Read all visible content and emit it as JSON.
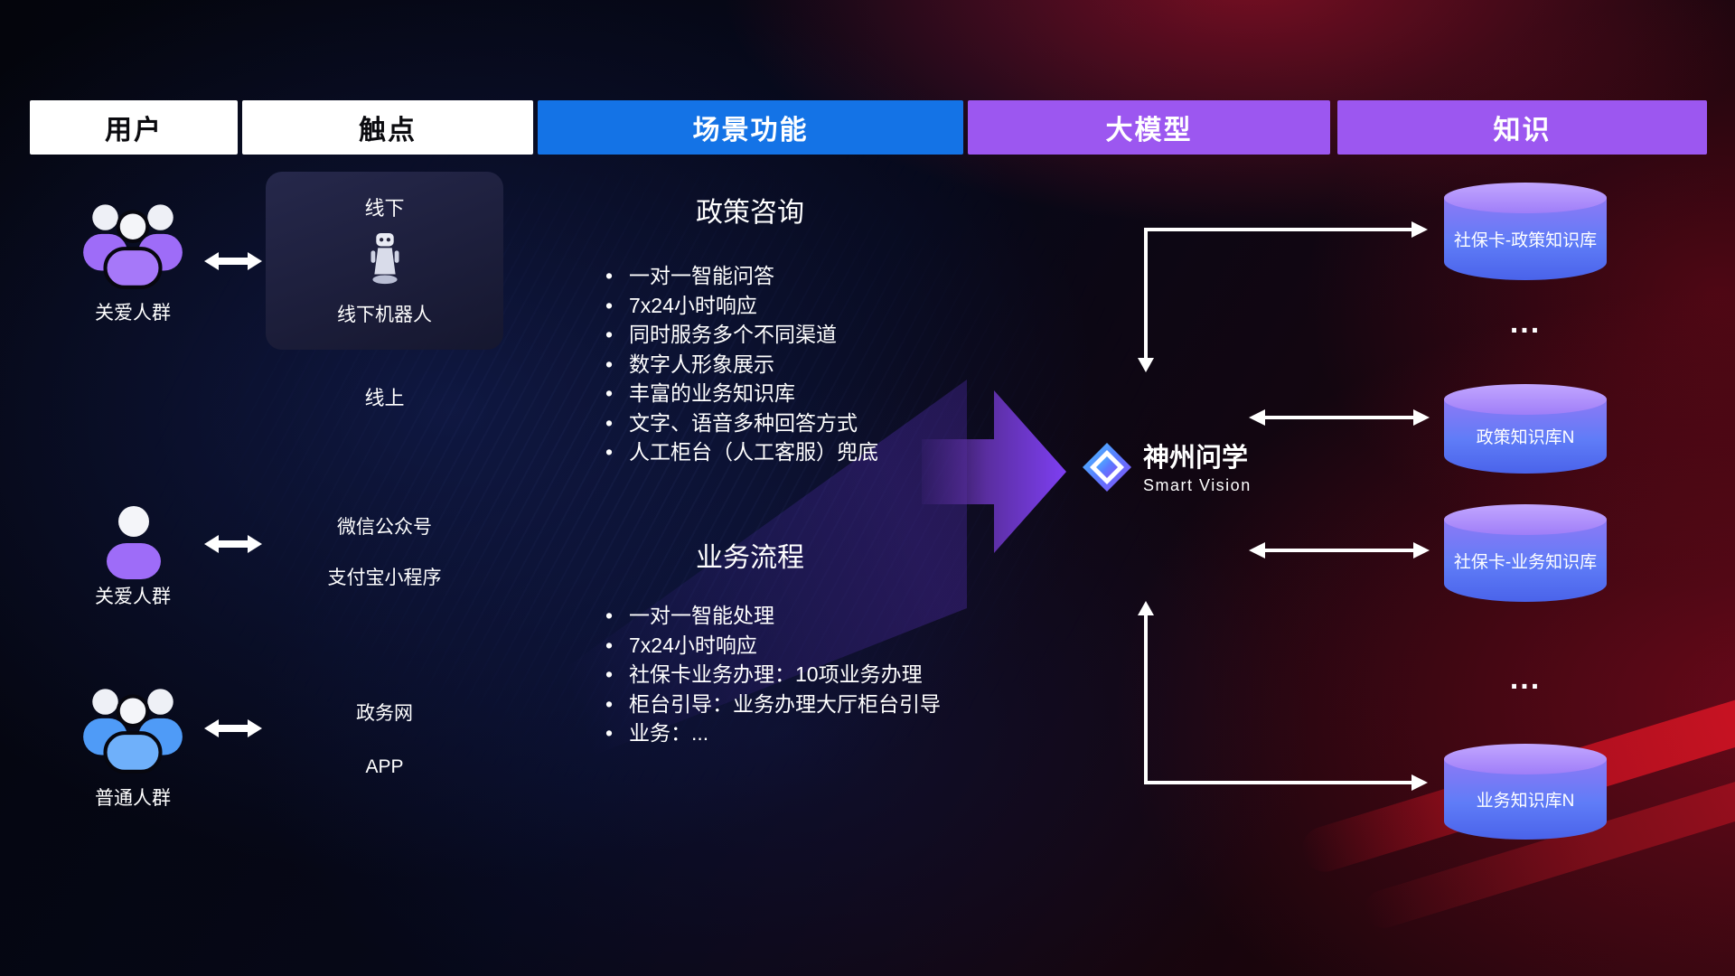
{
  "headers": [
    {
      "label": "用户"
    },
    {
      "label": "触点"
    },
    {
      "label": "场景功能"
    },
    {
      "label": "大模型"
    },
    {
      "label": "知识"
    }
  ],
  "users": [
    {
      "label": "关爱人群"
    },
    {
      "label": "关爱人群"
    },
    {
      "label": "普通人群"
    }
  ],
  "touchpoints": {
    "offline_title": "线下",
    "offline_robot": "线下机器人",
    "online_title": "线上",
    "wechat": "微信公众号",
    "alipay": "支付宝小程序",
    "gov": "政务网",
    "app": "APP"
  },
  "scenario": {
    "policy": {
      "title": "政策咨询",
      "items": [
        "一对一智能问答",
        "7x24小时响应",
        "同时服务多个不同渠道",
        "数字人形象展示",
        "丰富的业务知识库",
        "文字、语音多种回答方式",
        "人工柜台（人工客服）兜底"
      ]
    },
    "business": {
      "title": "业务流程",
      "items": [
        "一对一智能处理",
        "7x24小时响应",
        "社保卡业务办理：10项业务办理",
        "柜台引导：业务办理大厅柜台引导",
        "业务：..."
      ]
    }
  },
  "model": {
    "brand": "神州问学",
    "subtitle": "Smart Vision"
  },
  "knowledge": {
    "ellipsis": "...",
    "dbs": [
      {
        "label": "社保卡-政策知识库"
      },
      {
        "label": "政策知识库N"
      },
      {
        "label": "社保卡-业务知识库"
      },
      {
        "label": "业务知识库N"
      }
    ]
  },
  "colors": {
    "header_blue": "#1473e6",
    "header_purple": "#9c57f0",
    "header_white": "#ffffff",
    "arrow_purple": "#6f35d8",
    "db_top": "#b79bfa",
    "db_body_bottom": "#4a63ea",
    "user_icon_purple": "#9e6cf8",
    "user_icon_blue": "#4f9bf7",
    "background_red": "#a50f24",
    "background_navy": "#0a1440"
  }
}
